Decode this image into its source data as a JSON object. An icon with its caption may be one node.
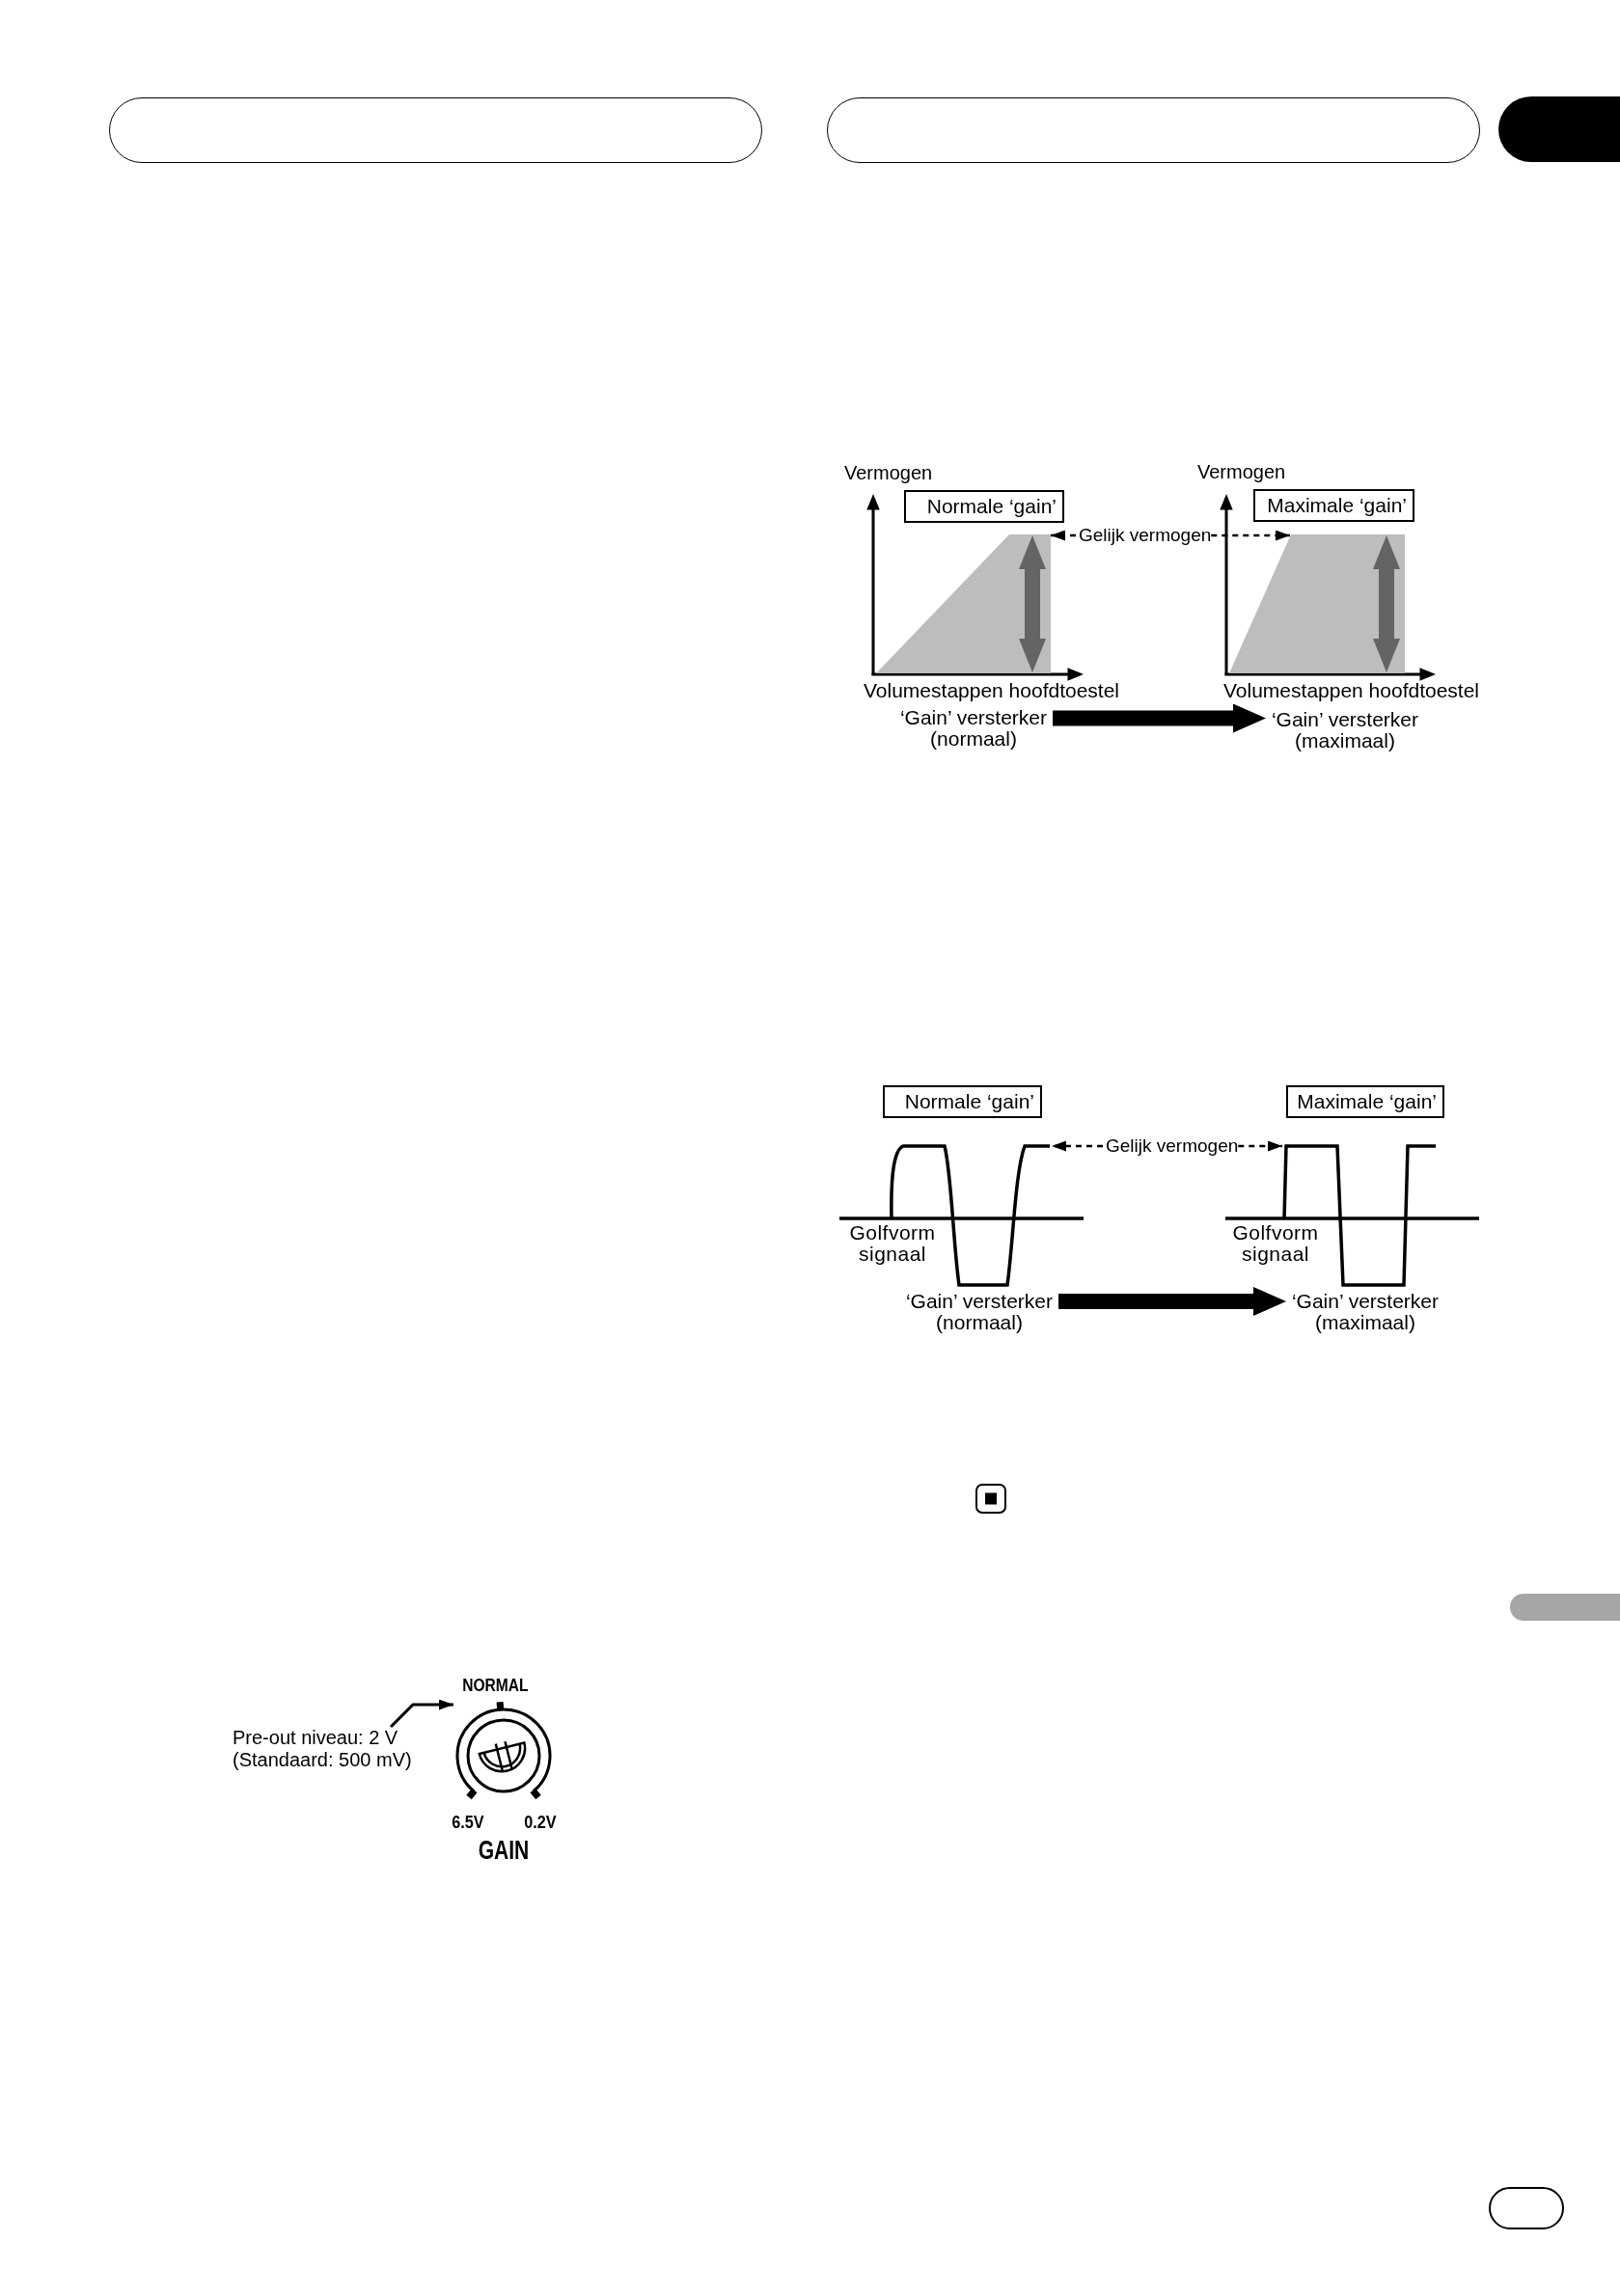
{
  "diagram": {
    "nodes": [
      {
        "text": [],
        "shape": "tab"
      },
      {
        "text": [
          "Normale ‘gain’"
        ]
      },
      {
        "text": [
          "Maximale ‘gain’"
        ]
      },
      {
        "text": [
          "Gelijk vermogen"
        ]
      },
      {
        "text": [],
        "shape": "trapezoid"
      },
      {
        "text": [],
        "shape": "trapezoid"
      },
      {
        "text": [
          "‘Gain’ versterker (normaal)"
        ]
      },
      {
        "text": [
          "‘Gain’ versterker (maximaal)"
        ]
      },
      {
        "text": [
          "Normale ‘gain’"
        ]
      },
      {
        "text": [
          "Maximale ‘gain’"
        ]
      },
      {
        "text": [
          "Gelijk vermogen"
        ]
      },
      {
        "text": [],
        "shape": "picture"
      },
      {
        "text": [],
        "shape": "picture"
      },
      {
        "text": [
          "‘Gain’ versterker (normaal)"
        ]
      },
      {
        "text": [
          "‘Gain’ versterker (maximaal)"
        ]
      },
      {
        "text": [],
        "shape": "tab"
      },
      {
        "text": [
          "Pre-out niveau: 2 V (Standaard: 500 mV)"
        ]
      },
      {
        "text": [],
        "shape": "picture",
        "beside": [
          "NORMAL",
          "6.5V",
          "0.2V",
          "GAIN"
        ]
      }
    ],
    "edges": [
      {
        "from": 3,
        "to": 4,
        "arrow": "to",
        "style": "dashed"
      },
      {
        "from": 3,
        "to": 5,
        "arrow": "to",
        "style": "dashed"
      },
      {
        "from": 6,
        "to": 7,
        "arrow": "to",
        "style": "thick"
      },
      {
        "from": 10,
        "to": 11,
        "arrow": "to",
        "style": "dashed"
      },
      {
        "from": 10,
        "to": 12,
        "arrow": "to",
        "style": "dashed"
      },
      {
        "from": 13,
        "to": 14,
        "arrow": "to",
        "style": "thick"
      },
      {
        "from": 16,
        "to": 17,
        "arrow": "to"
      }
    ],
    "labels": [
      "Vermogen",
      "Vermogen",
      "Volumestappen hoofdtoestel",
      "Volumestappen hoofdtoestel",
      "Golfvorm signaal",
      "Golfvorm signaal"
    ]
  }
}
